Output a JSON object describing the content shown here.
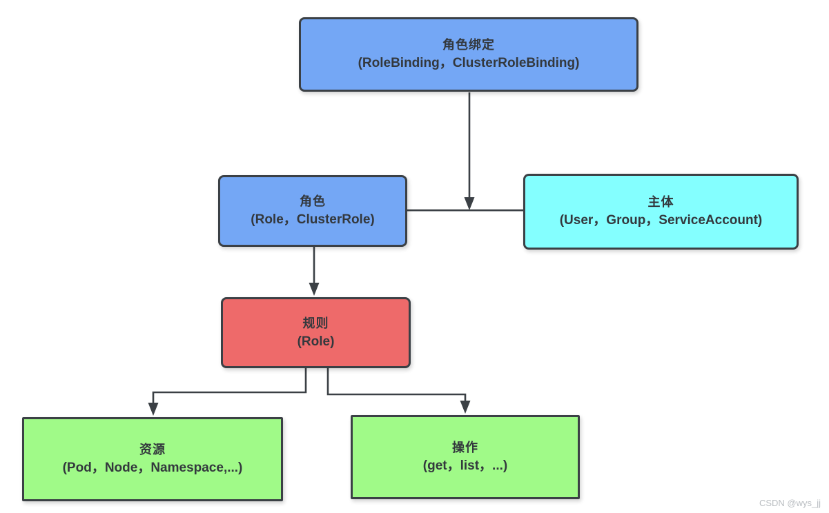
{
  "diagram": {
    "title_context": "Kubernetes RBAC relationship diagram",
    "nodes": {
      "role_binding": {
        "title": "角色绑定",
        "subtitle": "(RoleBinding，ClusterRoleBinding)",
        "fill": "#74a7f5"
      },
      "role": {
        "title": "角色",
        "subtitle": "(Role，ClusterRole)",
        "fill": "#74a7f5"
      },
      "subject": {
        "title": "主体",
        "subtitle": "(User，Group，ServiceAccount)",
        "fill": "#84ffff"
      },
      "rule": {
        "title": "规则",
        "subtitle": "(Role)",
        "fill": "#ee6a6a"
      },
      "resource": {
        "title": "资源",
        "subtitle": "(Pod，Node，Namespace,...)",
        "fill": "#a0fa88"
      },
      "operation": {
        "title": "操作",
        "subtitle": "(get，list，...)",
        "fill": "#a0fa88"
      }
    },
    "connectors": [
      {
        "from": "role_binding",
        "to": "role-subject-link",
        "type": "arrow-down"
      },
      {
        "from": "role",
        "to": "subject",
        "type": "plain-line"
      },
      {
        "from": "role",
        "to": "rule",
        "type": "arrow-down"
      },
      {
        "from": "rule",
        "to": "resource",
        "type": "elbow-arrow"
      },
      {
        "from": "rule",
        "to": "operation",
        "type": "elbow-arrow"
      }
    ],
    "colors": {
      "line": "#3b4045",
      "blue": "#74a7f5",
      "cyan": "#84ffff",
      "red": "#ee6a6a",
      "green": "#a0fa88",
      "background": "#ffffff"
    },
    "watermark": "CSDN @wys_jj"
  }
}
